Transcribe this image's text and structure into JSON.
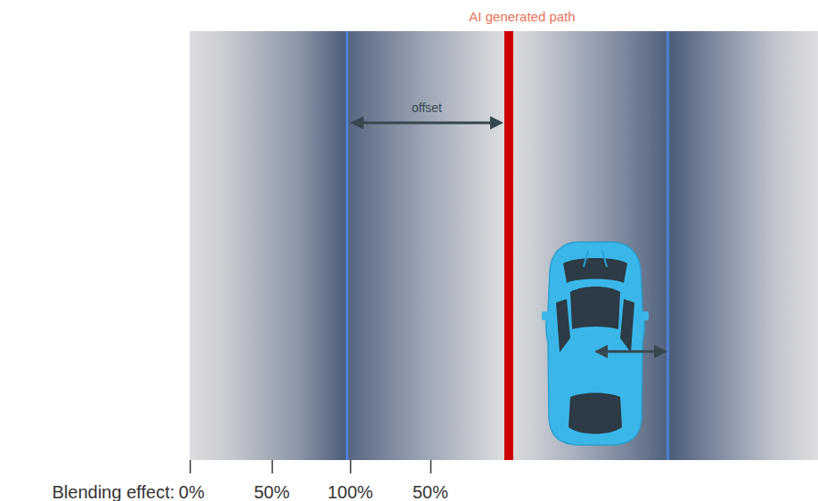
{
  "diagram": {
    "labels": [
      "AI generated path",
      "offset",
      "Blending effect:",
      "0%",
      "50%",
      "100%",
      "50%"
    ]
  }
}
